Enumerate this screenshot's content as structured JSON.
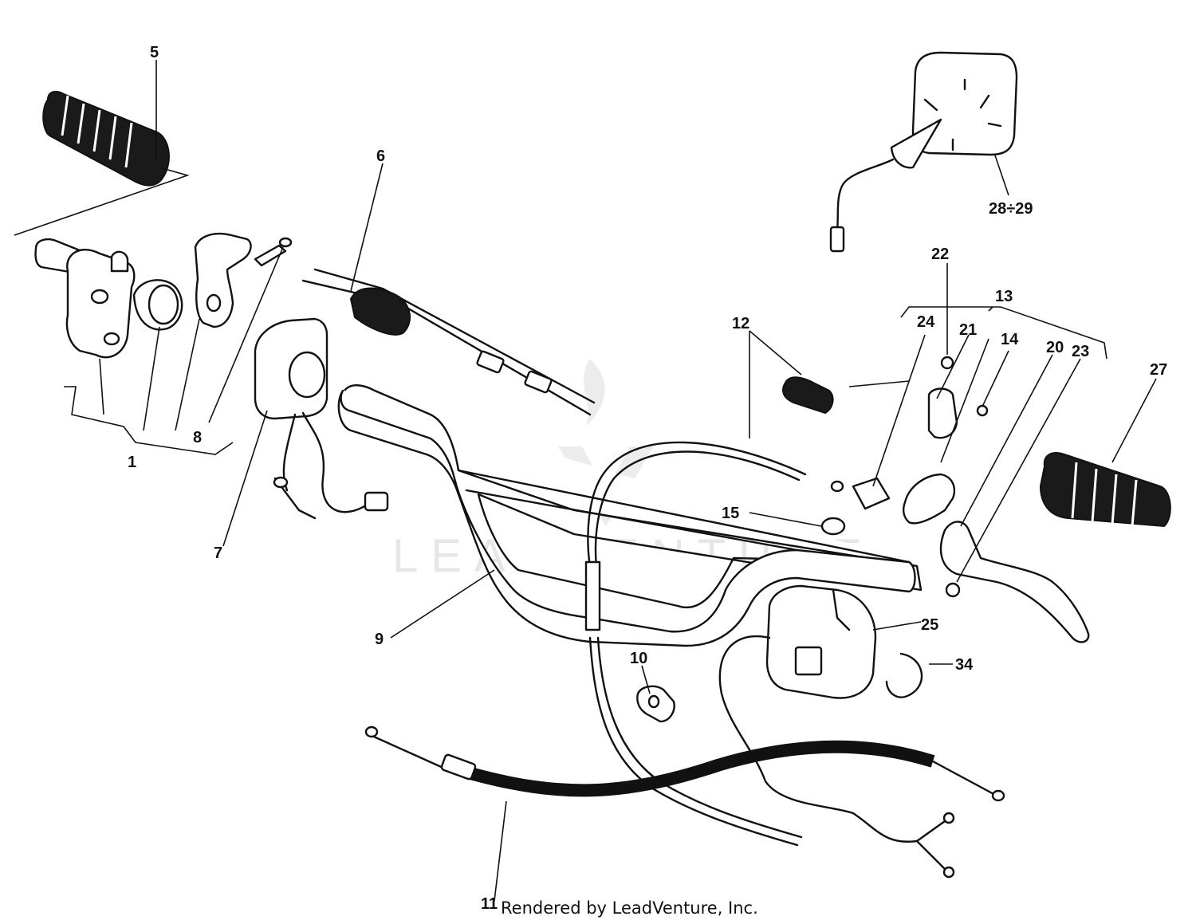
{
  "credit": "Rendered by LeadVenture, Inc.",
  "watermark": "LEADVENTURE",
  "callouts": [
    {
      "id": "c5",
      "text": "5"
    },
    {
      "id": "c6",
      "text": "6"
    },
    {
      "id": "c2829",
      "text": "28÷29"
    },
    {
      "id": "c22",
      "text": "22"
    },
    {
      "id": "c13",
      "text": "13"
    },
    {
      "id": "c12",
      "text": "12"
    },
    {
      "id": "c24",
      "text": "24"
    },
    {
      "id": "c21",
      "text": "21"
    },
    {
      "id": "c14",
      "text": "14"
    },
    {
      "id": "c20",
      "text": "20"
    },
    {
      "id": "c23",
      "text": "23"
    },
    {
      "id": "c27",
      "text": "27"
    },
    {
      "id": "c8",
      "text": "8"
    },
    {
      "id": "c1",
      "text": "1"
    },
    {
      "id": "c7",
      "text": "7"
    },
    {
      "id": "c15",
      "text": "15"
    },
    {
      "id": "c25",
      "text": "25"
    },
    {
      "id": "c34",
      "text": "34"
    },
    {
      "id": "c9",
      "text": "9"
    },
    {
      "id": "c10",
      "text": "10"
    },
    {
      "id": "c11",
      "text": "11"
    }
  ]
}
